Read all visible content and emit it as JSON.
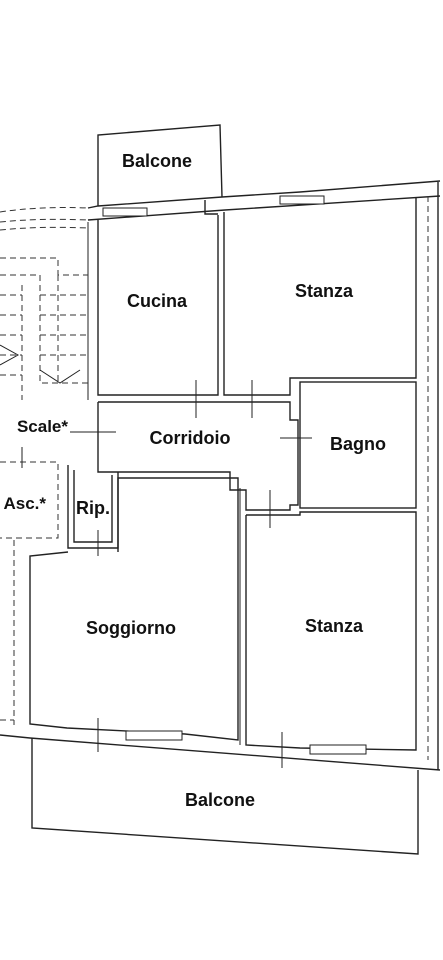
{
  "rooms": {
    "balcone_top": "Balcone",
    "cucina": "Cucina",
    "stanza_top": "Stanza",
    "scale": "Scale*",
    "corridoio": "Corridoio",
    "bagno": "Bagno",
    "asc": "Asc.*",
    "rip": "Rip.",
    "soggiorno": "Soggiorno",
    "stanza_bottom": "Stanza",
    "balcone_bottom": "Balcone"
  }
}
